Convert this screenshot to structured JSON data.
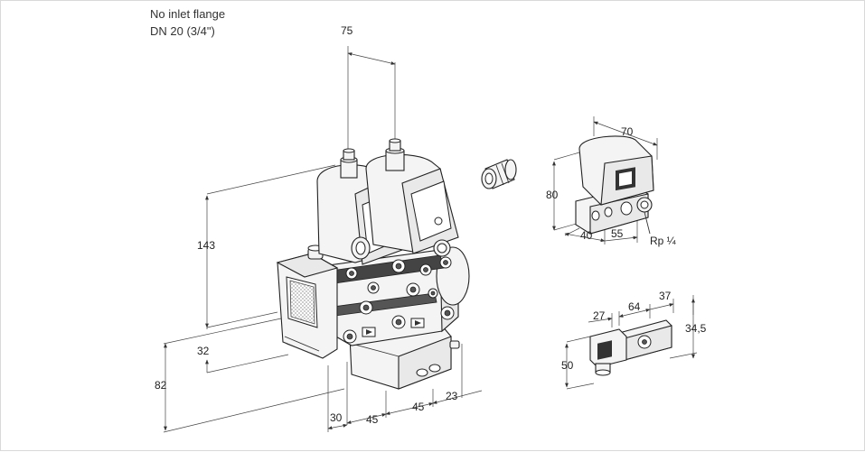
{
  "title": {
    "line1": "No inlet flange",
    "line2": "DN 20 (3/4\")"
  },
  "dimensions": {
    "main": {
      "d75": "75",
      "d143": "143",
      "d32": "32",
      "d82": "82",
      "d30": "30",
      "d45a": "45",
      "d45b": "45",
      "d23": "23"
    },
    "solenoid_detail": {
      "d70": "70",
      "d80": "80",
      "d40": "40",
      "d55": "55",
      "thread": "Rp ¼"
    },
    "switch_detail": {
      "d27": "27",
      "d64": "64",
      "d37": "37",
      "d34_5": "34,5",
      "d50": "50"
    }
  }
}
